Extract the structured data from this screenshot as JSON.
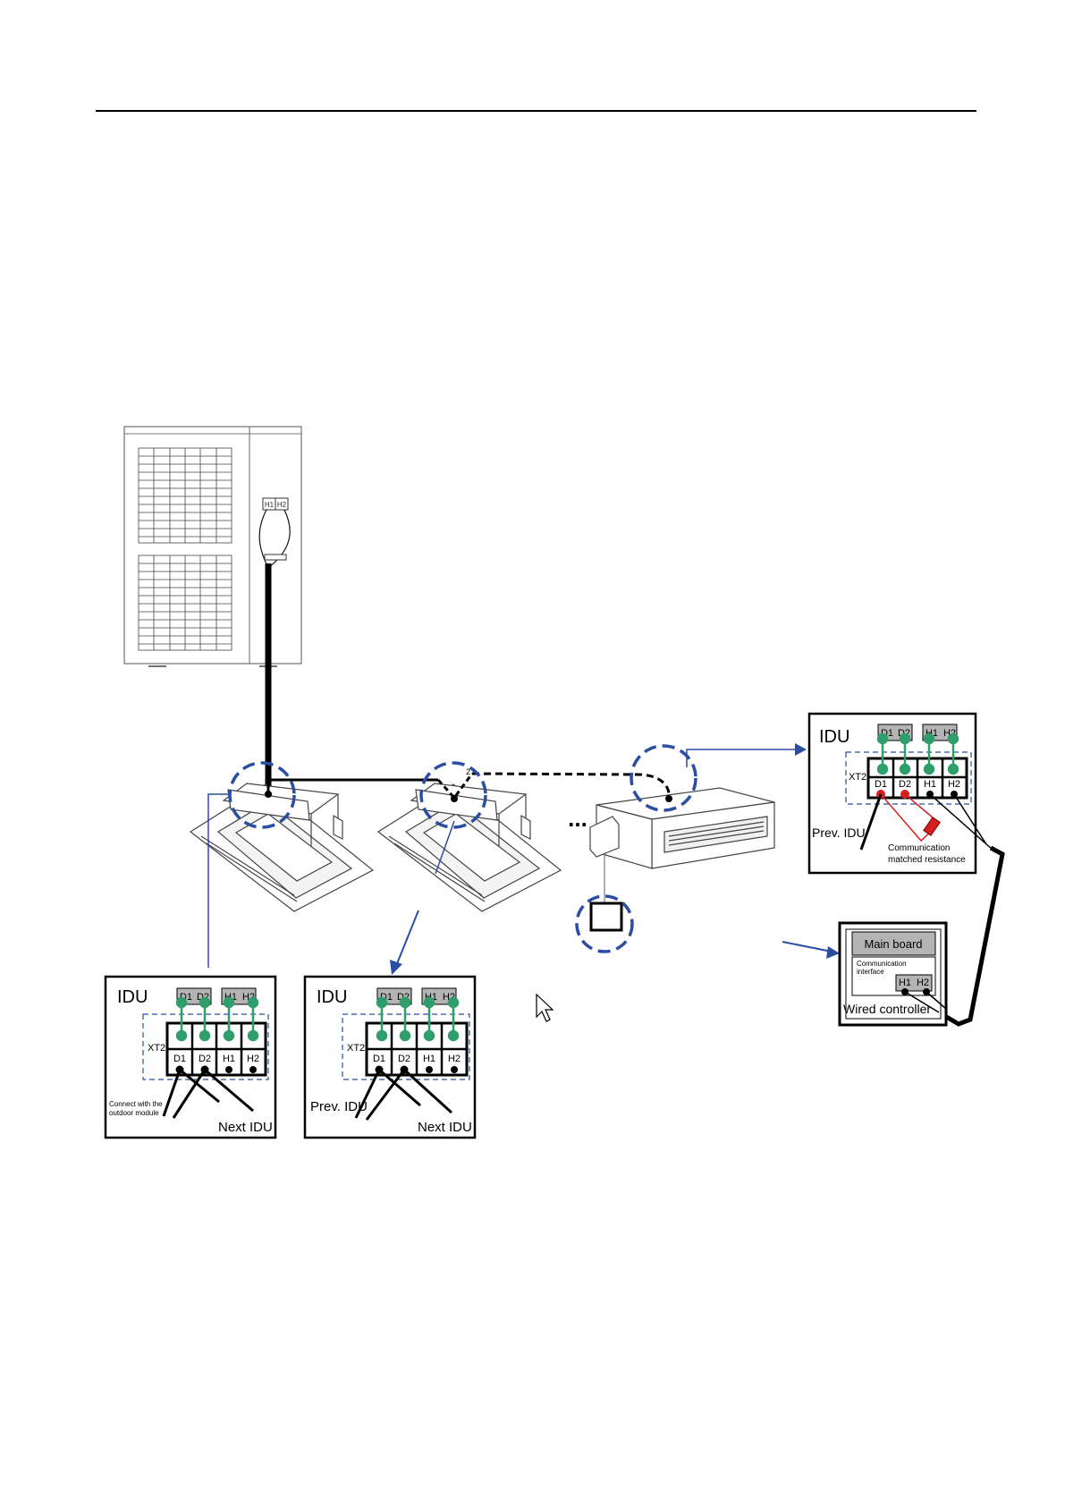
{
  "outdoor_unit": {
    "terminal_labels": [
      "H1",
      "H2"
    ]
  },
  "bus_marker": "2",
  "ellipsis": "...",
  "idu_panels": {
    "first": {
      "title": "IDU",
      "top_terminals": [
        "D1",
        "D2",
        "H1",
        "H2"
      ],
      "strip_label": "XT2",
      "strip_terminals": [
        "D1",
        "D2",
        "H1",
        "H2"
      ],
      "left_note_line1": "Connect with the",
      "left_note_line2": "outdoor module",
      "right_note": "Next IDU"
    },
    "middle": {
      "title": "IDU",
      "top_terminals": [
        "D1",
        "D2",
        "H1",
        "H2"
      ],
      "strip_label": "XT2",
      "strip_terminals": [
        "D1",
        "D2",
        "H1",
        "H2"
      ],
      "left_note": "Prev. IDU",
      "right_note": "Next IDU"
    },
    "last": {
      "title": "IDU",
      "top_terminals": [
        "D1",
        "D2",
        "H1",
        "H2"
      ],
      "strip_label": "XT2",
      "strip_terminals": [
        "D1",
        "D2",
        "H1",
        "H2"
      ],
      "left_note": "Prev. IDU",
      "resistor_note_line1": "Communication",
      "resistor_note_line2": "matched resistance"
    }
  },
  "wired_controller": {
    "main_board": "Main board",
    "interface_line1": "Communication",
    "interface_line2": "interface",
    "terminals": [
      "H1",
      "H2"
    ],
    "label": "Wired controller"
  },
  "colors": {
    "line": "#000000",
    "accent_blue": "#2b4ea2",
    "terminal_green": "#2e9e6a",
    "resistor_red": "#d62020",
    "terminal_fill": "#b4b4b4"
  }
}
